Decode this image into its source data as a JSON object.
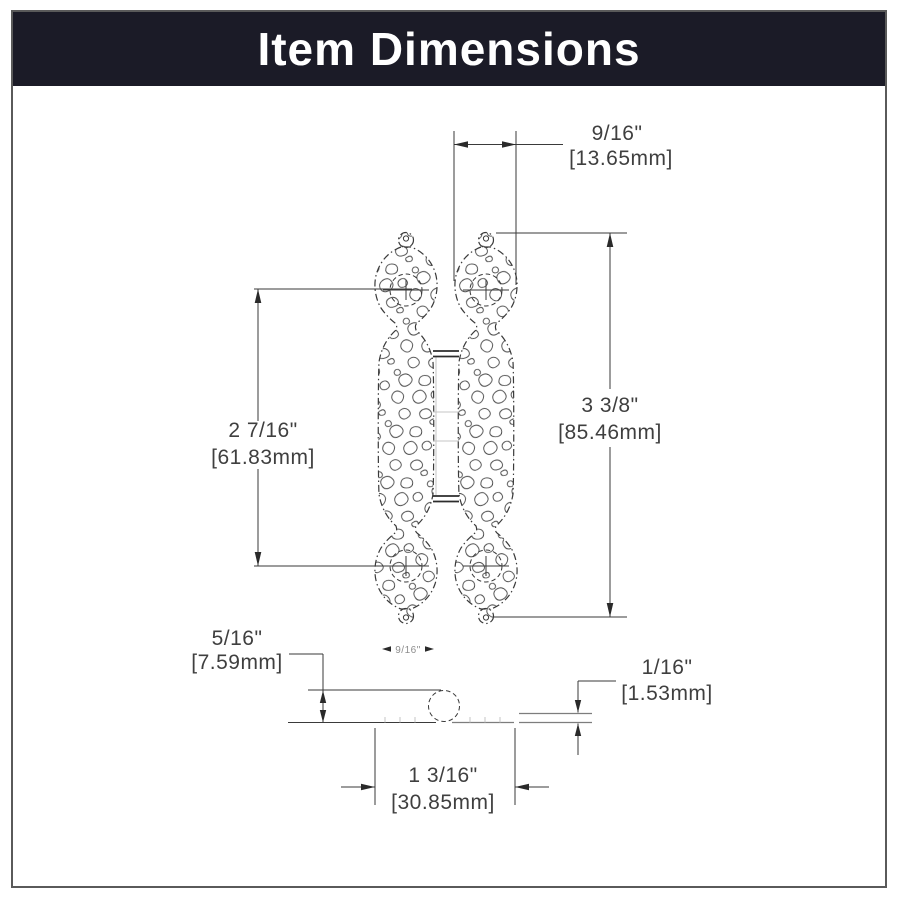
{
  "header": {
    "title": "Item Dimensions"
  },
  "front_view": {
    "leaf_width": {
      "in": "9/16\"",
      "mm": "[13.65mm]"
    },
    "overall_height": {
      "in": "3 3/8\"",
      "mm": "[85.46mm]"
    },
    "screw_hole_span": {
      "in": "2 7/16\"",
      "mm": "[61.83mm]"
    }
  },
  "side_view": {
    "barrel_height": {
      "in": "5/16\"",
      "mm": "[7.59mm]"
    },
    "barrel_width": {
      "in": "9/16\""
    },
    "leaf_thickness": {
      "in": "1/16\"",
      "mm": "[1.53mm]"
    },
    "leaf_width": {
      "in": "1 3/16\"",
      "mm": "[30.85mm]"
    }
  },
  "colors": {
    "header_bg": "#1b1b27",
    "line": "#3a3a3a",
    "faint": "#c4c4c4",
    "border": "#5a5a5a"
  }
}
